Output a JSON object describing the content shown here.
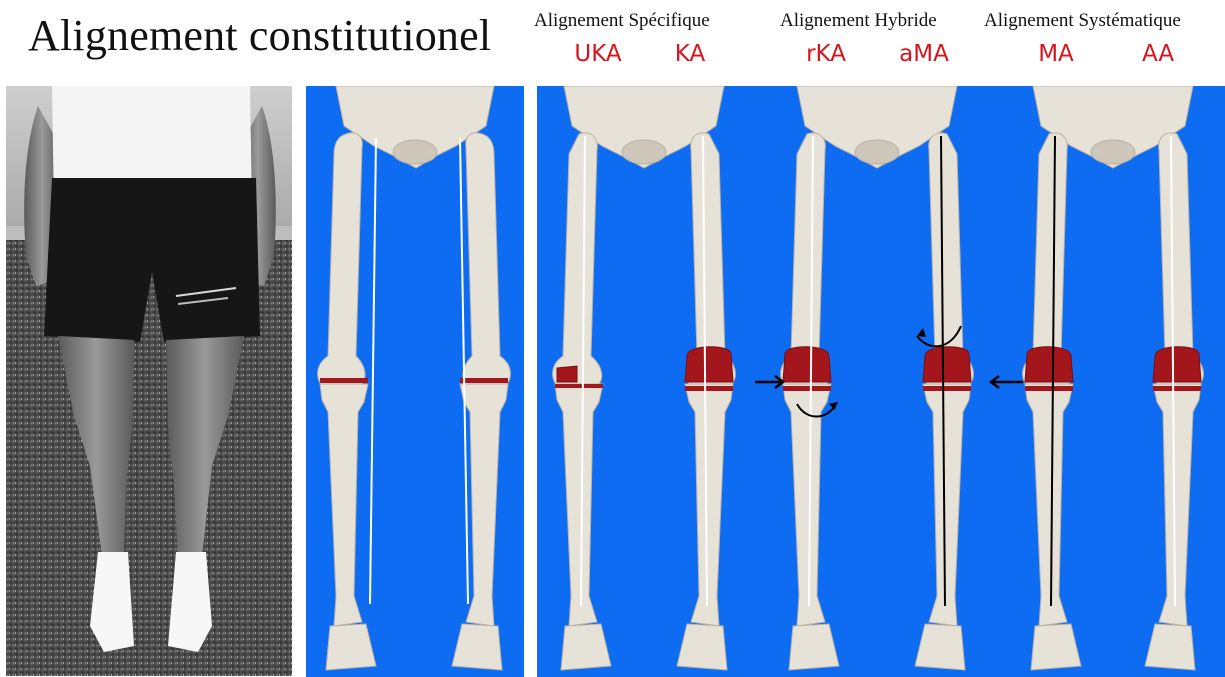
{
  "title": "Alignement constitutionel",
  "groups": [
    {
      "label": "Alignement Spécifique"
    },
    {
      "label": "Alignement Hybride"
    },
    {
      "label": "Alignement Systématique"
    }
  ],
  "abbreviations": [
    "UKA",
    "KA",
    "rKA",
    "aMA",
    "MA",
    "AA"
  ],
  "colors": {
    "panel_background": "#0e6cf2",
    "abbreviation_text": "#d9141c",
    "implant": "#a3161c",
    "bone": "#e7e2d8",
    "axis_line": "#ffffff"
  },
  "legs": [
    {
      "panel": 1,
      "implant": "none",
      "axis_line": "white"
    },
    {
      "panel": 1,
      "implant": "none",
      "axis_line": "white"
    },
    {
      "panel": 2,
      "implant": "unicompartmental",
      "axis_line": "white",
      "label_index": 0
    },
    {
      "panel": 2,
      "implant": "total",
      "axis_line": "white",
      "label_index": 1
    },
    {
      "panel": 2,
      "implant": "total",
      "axis_line": "white",
      "label_index": 2,
      "annotation": "rotation-arrow-tibia"
    },
    {
      "panel": 2,
      "implant": "total",
      "axis_line": "black",
      "label_index": 3,
      "annotation": "rotation-arrow-femur"
    },
    {
      "panel": 2,
      "implant": "total",
      "axis_line": "black",
      "label_index": 4
    },
    {
      "panel": 2,
      "implant": "total",
      "axis_line": "white",
      "label_index": 5
    }
  ],
  "icons": {
    "arrow_right": "arrow-right-icon",
    "arrow_left": "arrow-left-icon",
    "rotation_arrow": "curved-arrow-icon"
  }
}
